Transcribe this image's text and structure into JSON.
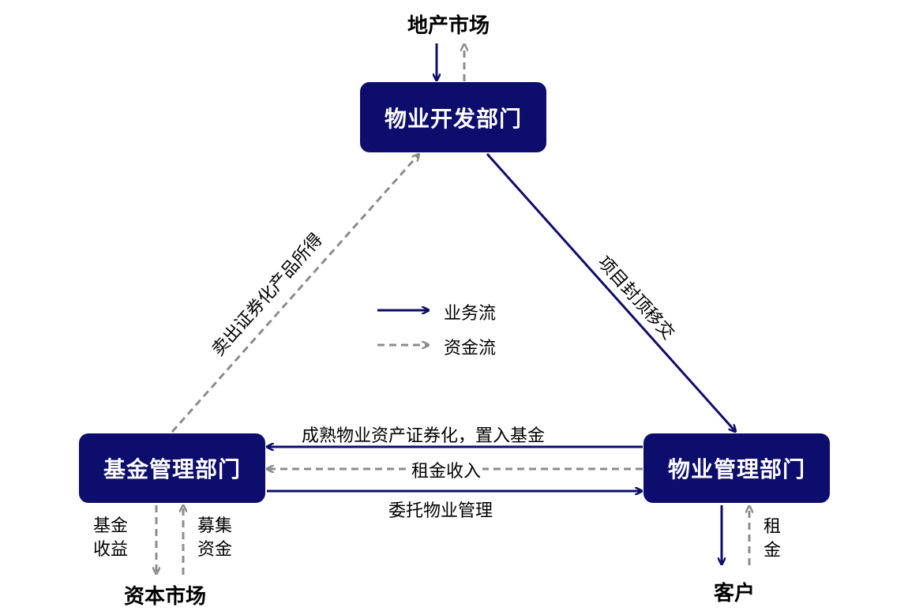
{
  "title": "物业开发、管理与基金管理部门关系图",
  "legend": {
    "business_flow": "业务流",
    "capital_flow": "资金流"
  },
  "colors": {
    "box_fill": "#0d0d6e",
    "business_flow": "#0d0d6e",
    "capital_flow": "#8c8c8c",
    "box_text": "#ffffff"
  },
  "nodes": {
    "development": "物业开发部门",
    "fund": "基金管理部门",
    "property_mgmt": "物业管理部门"
  },
  "external": {
    "real_estate_market": "地产市场",
    "capital_market": "资本市场",
    "customers": "客户"
  },
  "edges": {
    "dev_to_mgmt": "项目封顶移交",
    "fund_to_dev": "卖出证券化产品所得",
    "mgmt_to_fund_business": "成熟物业资产证券化，置入基金",
    "mgmt_to_fund_capital": "租金收入",
    "fund_to_mgmt": "委托物业管理",
    "fund_to_capital_market_line1": "基金",
    "fund_to_capital_market_line2": "收益",
    "capital_market_to_fund_line1": "募集",
    "capital_market_to_fund_line2": "资金",
    "customer_to_mgmt_line1": "租",
    "customer_to_mgmt_line2": "金"
  }
}
